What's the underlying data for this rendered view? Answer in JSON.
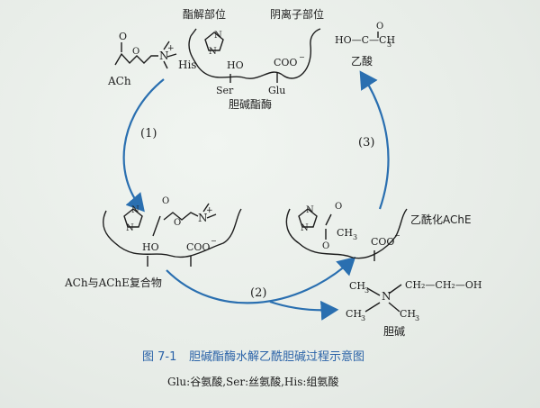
{
  "labels": {
    "ester_site": "酯解部位",
    "anion_site": "阴离子部位",
    "ach": "ACh",
    "his": "His",
    "ser": "Ser",
    "glu": "Glu",
    "ache": "胆碱酯酶",
    "acetic_acid_formula": "HO—C—CH",
    "acetic_acid": "乙酸",
    "complex": "ACh与AChE复合物",
    "acetyl_ache": "乙酰化AChE",
    "choline": "胆碱",
    "choline_chain": "CH₂—CH₂—OH",
    "ch3": "CH",
    "ho": "HO",
    "o": "O",
    "n": "N",
    "coo": "COO"
  },
  "steps": [
    "(1)",
    "(2)",
    "(3)"
  ],
  "caption": {
    "number": "图 7-1",
    "title": "胆碱酯酶水解乙酰胆碱过程示意图",
    "note": "Glu:谷氨酸,Ser:丝氨酸,His:组氨酸"
  },
  "colors": {
    "arrow": "#2a6fb0",
    "caption": "#2b63a8",
    "ink": "#1d1d1d"
  }
}
